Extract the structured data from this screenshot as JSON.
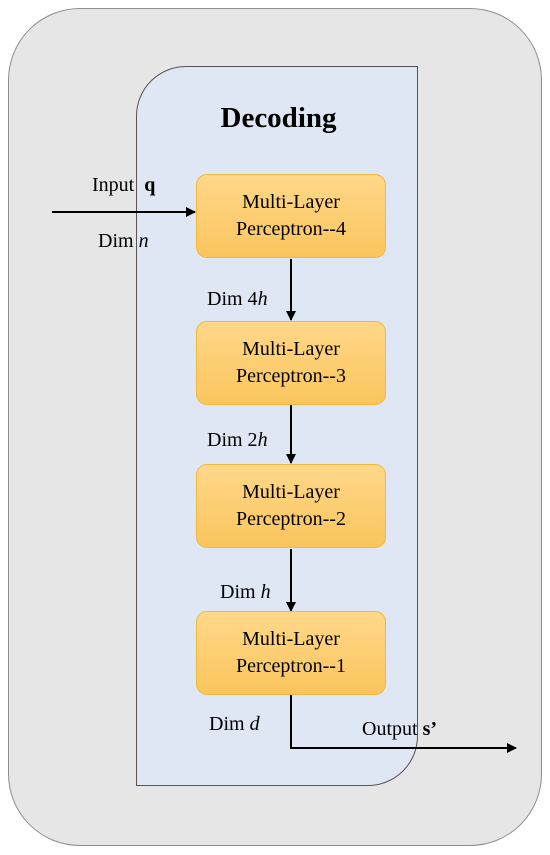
{
  "title": "Decoding",
  "input": {
    "label": "Input",
    "symbol": "q",
    "dim_label": "Dim",
    "dim_symbol": "n"
  },
  "blocks": [
    {
      "line1": "Multi-Layer",
      "line2": "Perceptron--4"
    },
    {
      "line1": "Multi-Layer",
      "line2": "Perceptron--3"
    },
    {
      "line1": "Multi-Layer",
      "line2": "Perceptron--2"
    },
    {
      "line1": "Multi-Layer",
      "line2": "Perceptron--1"
    }
  ],
  "dims": [
    {
      "label": "Dim 4",
      "symbol": "h"
    },
    {
      "label": "Dim 2",
      "symbol": "h"
    },
    {
      "label": "Dim",
      "symbol": "h"
    },
    {
      "label": "Dim",
      "symbol": "d"
    }
  ],
  "output": {
    "label": "Output",
    "symbol": "s’"
  }
}
